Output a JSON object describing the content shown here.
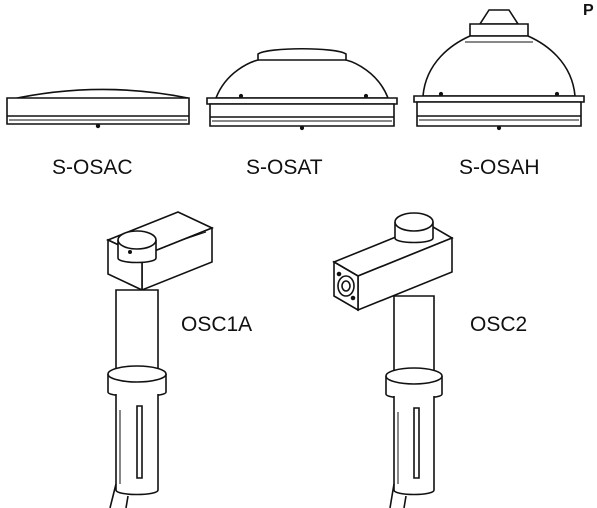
{
  "corner_text": "P",
  "labels": {
    "s_osac": "S-OSAC",
    "s_osat": "S-OSAT",
    "s_osah": "S-OSAH",
    "osc1a": "OSC1A",
    "osc2": "OSC2"
  },
  "colors": {
    "stroke": "#111111",
    "fill": "#ffffff",
    "text": "#111111"
  }
}
